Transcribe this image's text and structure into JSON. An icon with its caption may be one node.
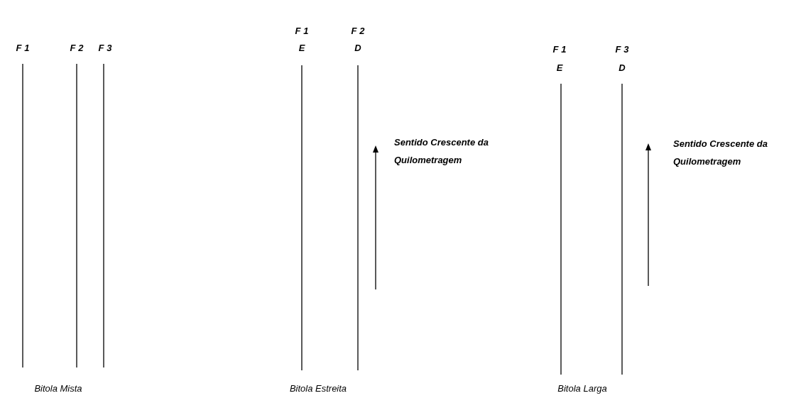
{
  "diagram": {
    "labels": [
      "F 1",
      "F 2",
      "F 3",
      "Bitola Mista",
      "F 1",
      "E",
      "F 2",
      "D",
      "Sentido Crescente da Quilometragem",
      "Bitola Estreita",
      "F 1",
      "E",
      "F 3",
      "D",
      "Sentido Crescente da Quilometragem",
      "Bitola Larga"
    ]
  }
}
